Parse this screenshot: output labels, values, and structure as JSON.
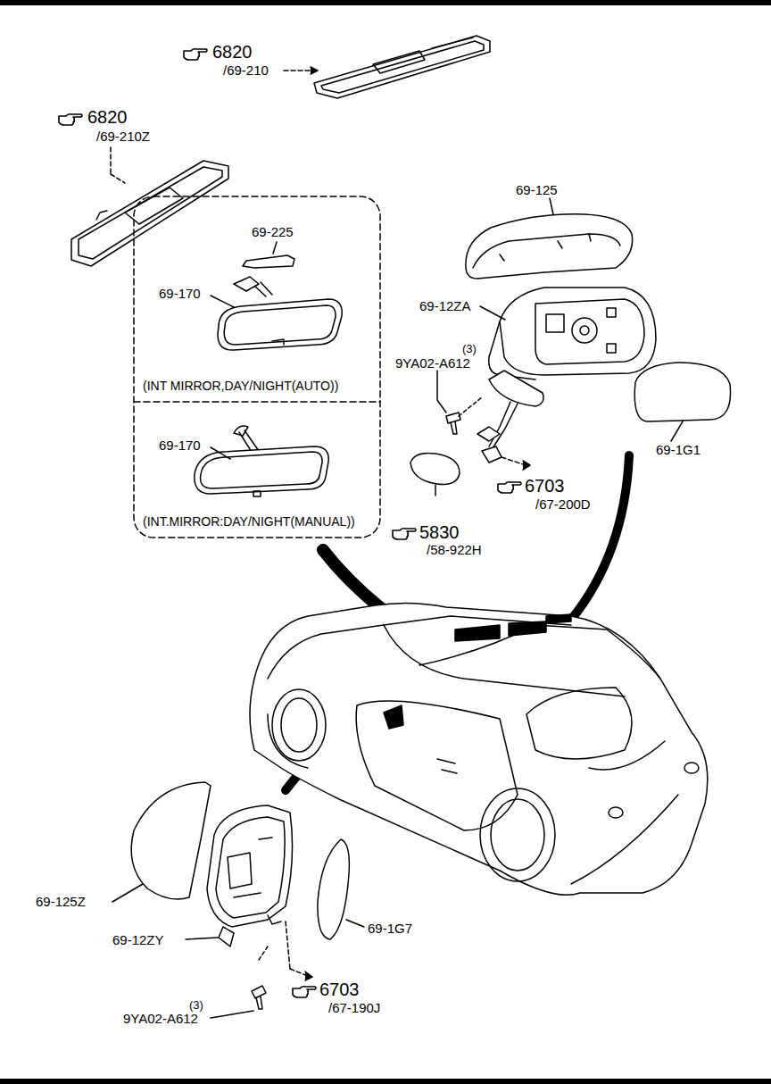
{
  "diagram": {
    "labels": [
      "6820",
      "/69-210",
      "6820",
      "/69-210Z",
      "69-125",
      "69-225",
      "69-170",
      "69-12ZA",
      "(3)",
      "9YA02-A612",
      "(INT MIRROR,DAY/NIGHT(AUTO))",
      "69-1G1",
      "69-170",
      "6703",
      "/67-200D",
      "(INT.MIRROR:DAY/NIGHT(MANUAL))",
      "5830",
      "/58-922H",
      "69-125Z",
      "69-12ZY",
      "69-1G7",
      "6703",
      "/67-190J",
      "(3)",
      "9YA02-A612"
    ]
  }
}
